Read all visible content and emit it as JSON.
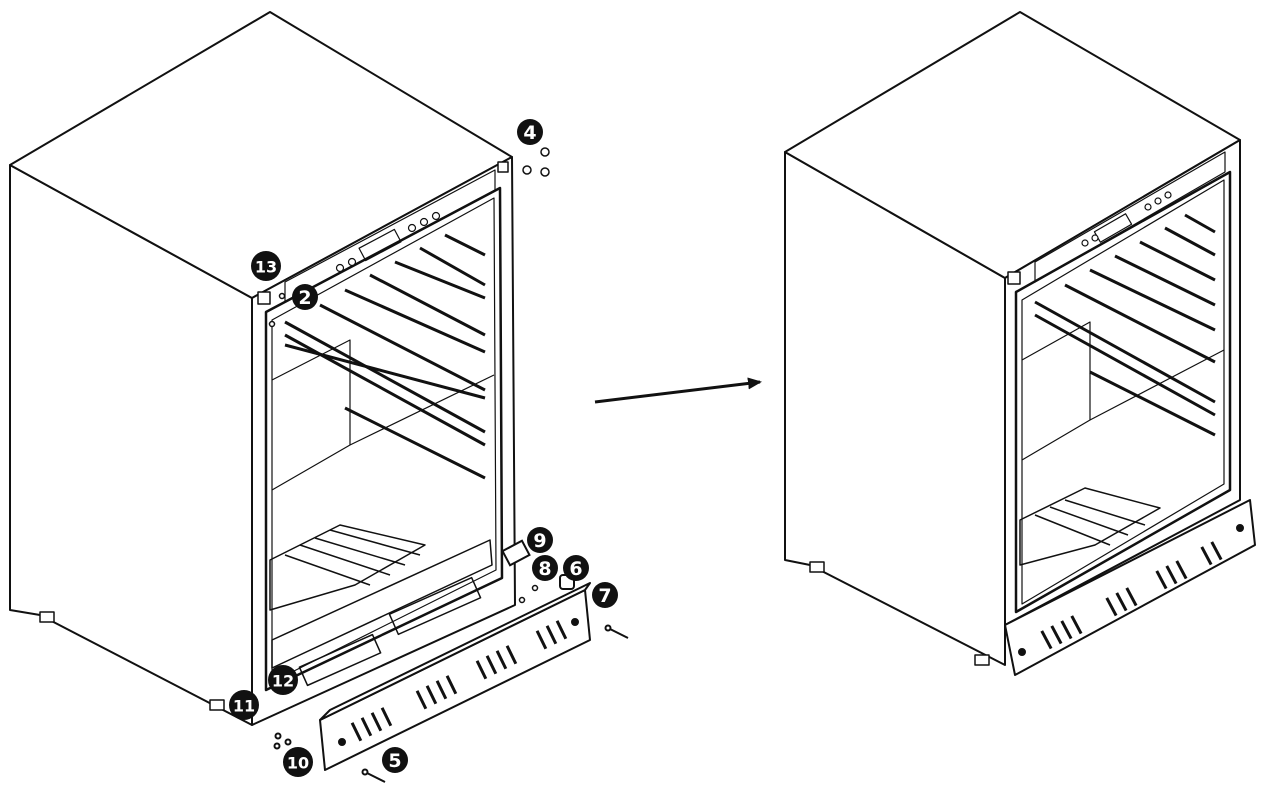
{
  "diagram": {
    "callouts": [
      {
        "id": "c2",
        "label": "2"
      },
      {
        "id": "c4",
        "label": "4"
      },
      {
        "id": "c5",
        "label": "5"
      },
      {
        "id": "c6",
        "label": "6"
      },
      {
        "id": "c7",
        "label": "7"
      },
      {
        "id": "c8",
        "label": "8"
      },
      {
        "id": "c9",
        "label": "9"
      },
      {
        "id": "c10",
        "label": "10"
      },
      {
        "id": "c11",
        "label": "11"
      },
      {
        "id": "c12",
        "label": "12"
      },
      {
        "id": "c13",
        "label": "13"
      }
    ]
  }
}
